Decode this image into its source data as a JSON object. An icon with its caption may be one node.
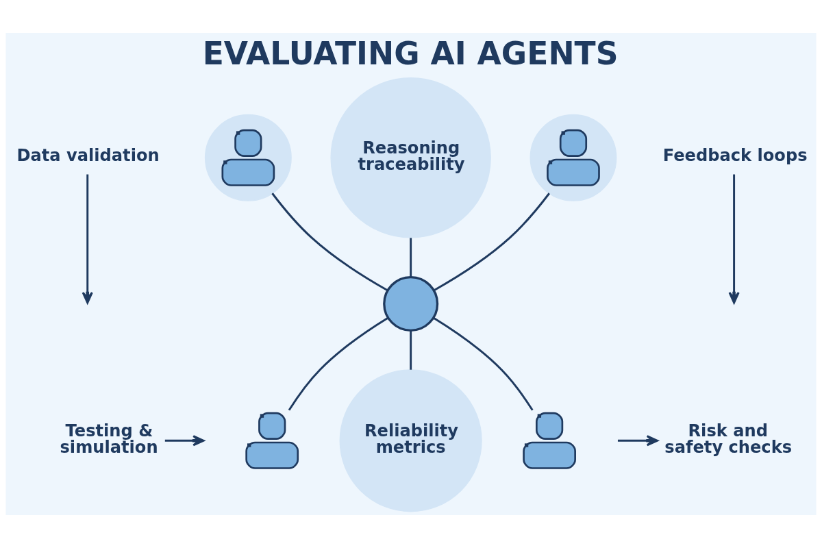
{
  "diagram": {
    "title": "EVALUATING AI AGENTS",
    "nodes": [
      {
        "text": [
          "Data validation"
        ]
      },
      {
        "text": [
          "Reasoning traceability"
        ]
      },
      {
        "text": [
          "Feedback loops"
        ]
      },
      {
        "text": [],
        "shape": "person"
      },
      {
        "text": [],
        "shape": "person"
      },
      {
        "text": [],
        "shape": "circle"
      },
      {
        "text": [],
        "shape": "person"
      },
      {
        "text": [],
        "shape": "person"
      },
      {
        "text": [
          "Reliability metrics"
        ]
      },
      {
        "text": [
          "Testing & simulation"
        ]
      },
      {
        "text": [
          "Risk and safety checks"
        ]
      }
    ],
    "edges": [
      {
        "from": 0,
        "to": null,
        "arrow": "to"
      },
      {
        "from": 2,
        "to": null,
        "arrow": "to"
      },
      {
        "from": 1,
        "to": 5,
        "arrow": "none"
      },
      {
        "from": 3,
        "to": 5,
        "arrow": "none"
      },
      {
        "from": 4,
        "to": 5,
        "arrow": "none"
      },
      {
        "from": 5,
        "to": 6,
        "arrow": "none"
      },
      {
        "from": 5,
        "to": 8,
        "arrow": "none"
      },
      {
        "from": 5,
        "to": 7,
        "arrow": "none"
      },
      {
        "from": 9,
        "to": null,
        "arrow": "to"
      },
      {
        "from": null,
        "to": 10,
        "arrow": "to"
      }
    ]
  }
}
